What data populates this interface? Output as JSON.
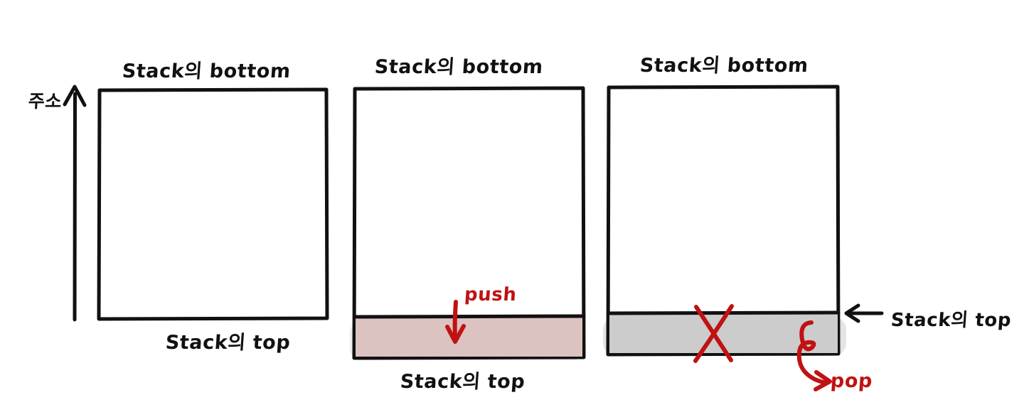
{
  "diagram": {
    "title_text": "Stack의 bottom",
    "bottom_caption": "Stack의 top",
    "axis_label": "주소",
    "colors": {
      "stroke": "#111111",
      "push_fill": "#dcc2c0",
      "pop_fill": "#cccccc",
      "annotation_red": "#c01212",
      "shadow": "#e8e8e8",
      "background": "#ffffff"
    },
    "panels": [
      {
        "id": "empty-stack",
        "title": "Stack의 bottom",
        "caption": "Stack의 top",
        "filled_block": null,
        "annotation": null
      },
      {
        "id": "push-stack",
        "title": "Stack의 bottom",
        "caption": "Stack의 top",
        "filled_block": {
          "fill": "#dcc2c0",
          "label": ""
        },
        "annotation": {
          "text": "push",
          "icon": "down-arrow-icon",
          "color": "#c01212"
        }
      },
      {
        "id": "pop-stack",
        "title": "Stack의 bottom",
        "caption": "",
        "filled_block": {
          "fill": "#cccccc",
          "label": ""
        },
        "annotation": {
          "text": "pop",
          "icon": "curved-arrow-icon",
          "color": "#c01212"
        },
        "strikethrough": {
          "icon": "x-cross-icon",
          "color": "#c01212"
        },
        "side_label": {
          "text": "Stack의 top",
          "icon": "left-arrow-icon"
        }
      }
    ]
  }
}
